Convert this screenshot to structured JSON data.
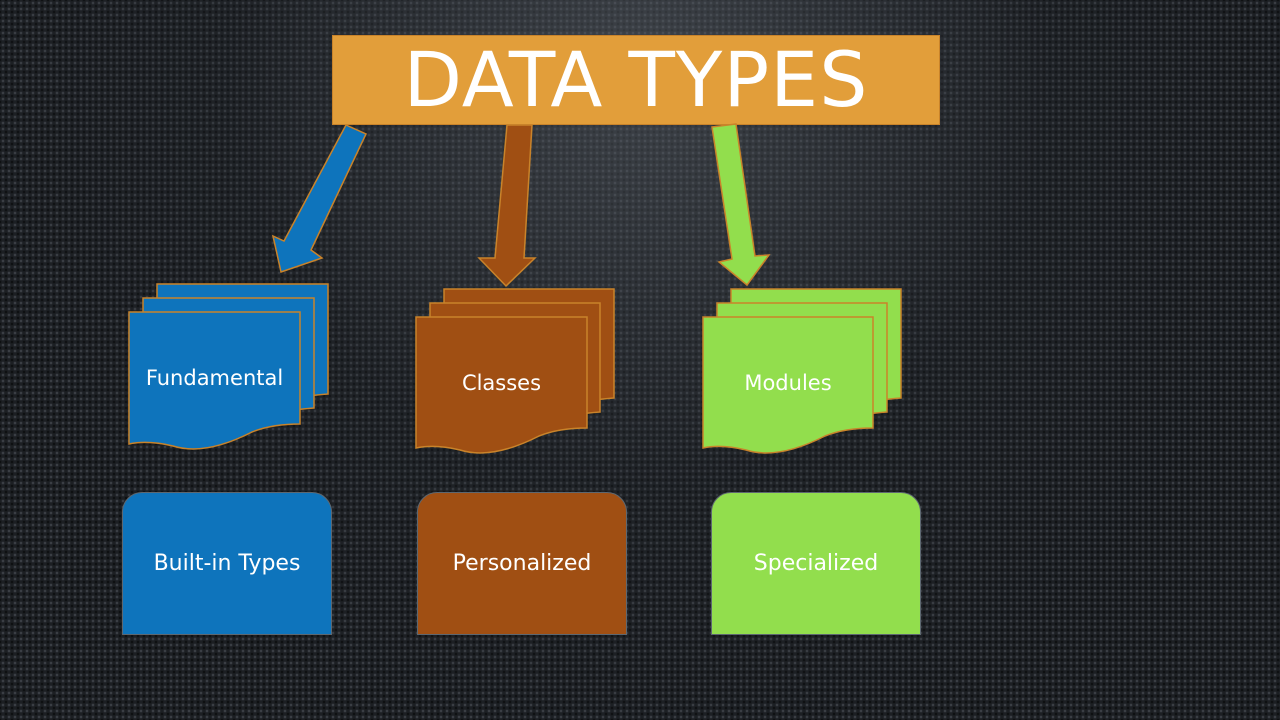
{
  "title": "DATA TYPES",
  "colors": {
    "title": "#E29E3A",
    "blue": "#0E74BC",
    "brown": "#A04F13",
    "green": "#92DE4D",
    "outline": "#C9832A"
  },
  "categories": [
    {
      "doc_label": "Fundamental",
      "box_label": "Built-in Types",
      "color": "#0E74BC"
    },
    {
      "doc_label": "Classes",
      "box_label": "Personalized",
      "color": "#A04F13"
    },
    {
      "doc_label": "Modules",
      "box_label": "Specialized",
      "color": "#92DE4D"
    }
  ]
}
